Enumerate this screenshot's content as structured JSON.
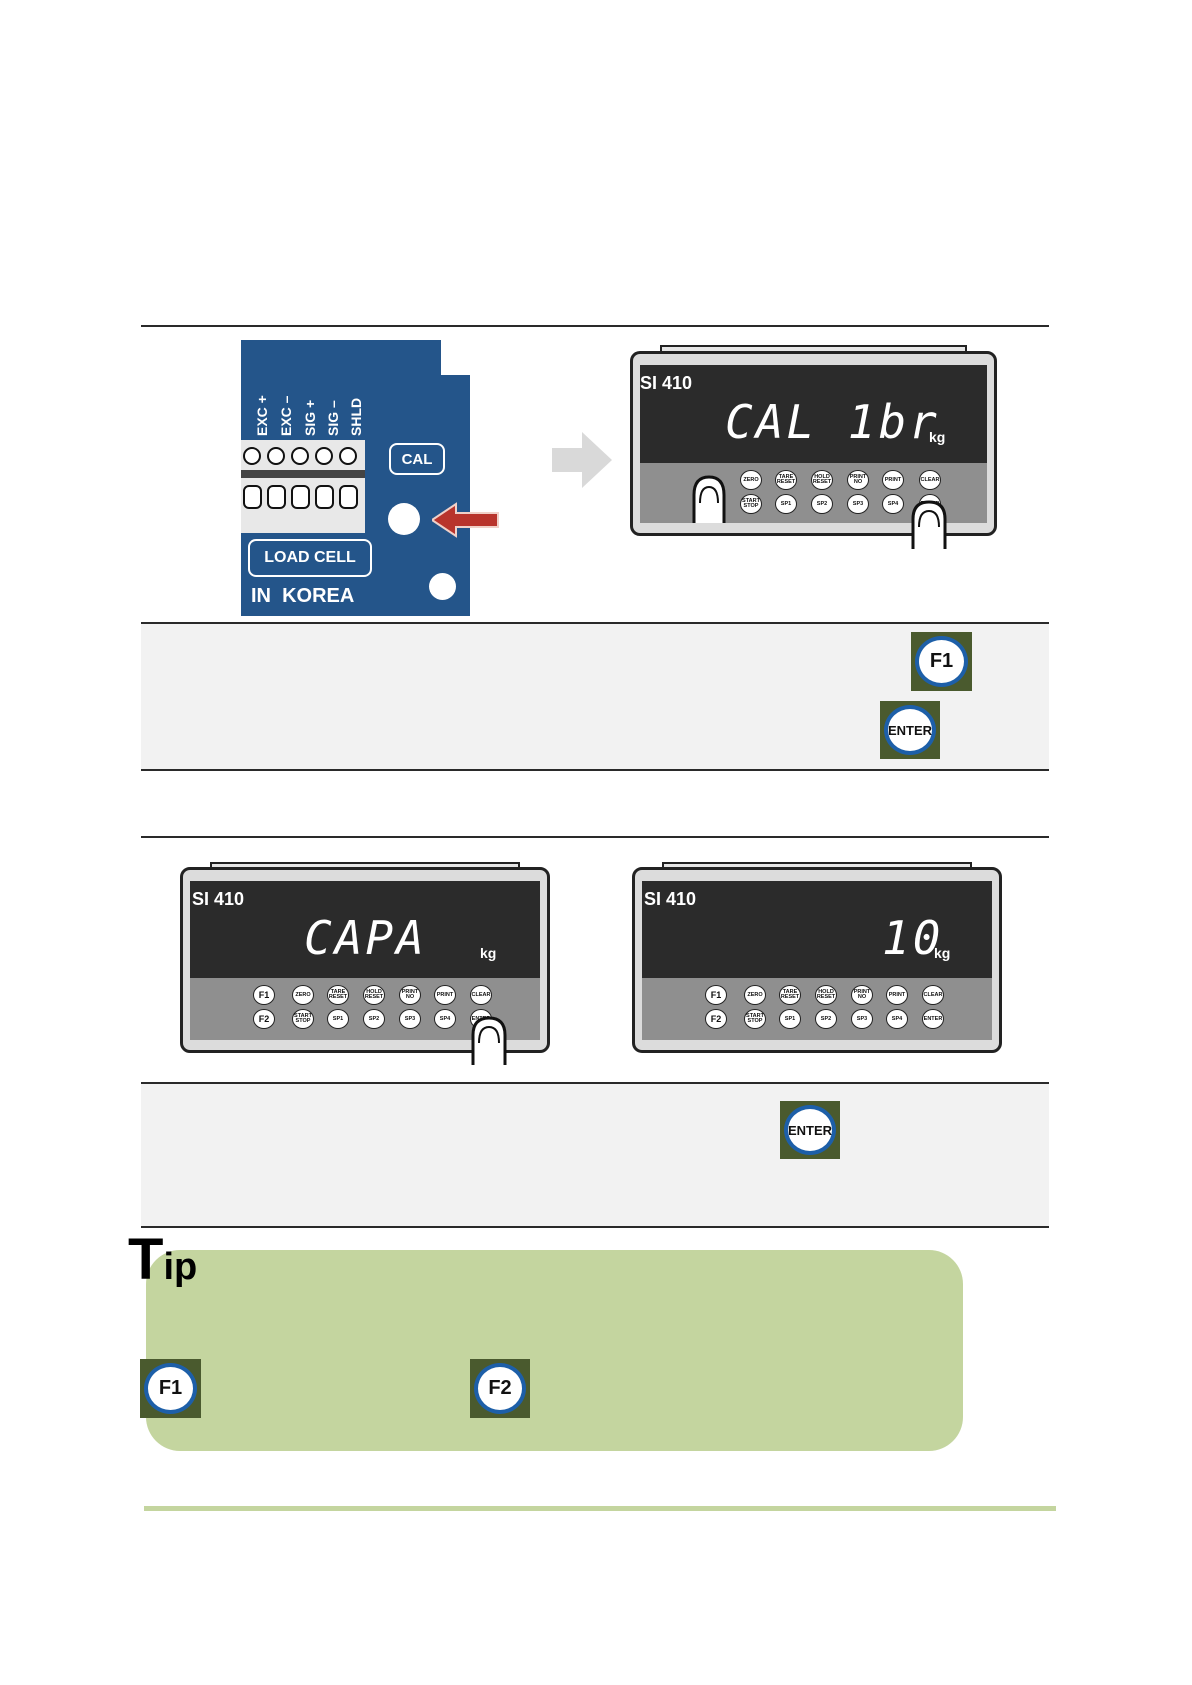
{
  "terminal": {
    "labels": [
      "EXC +",
      "EXC –",
      "SIG +",
      "SIG –",
      "SHLD"
    ],
    "cal_label": "CAL",
    "loadcell_label": "LOAD CELL",
    "korea_label": "IN  KOREA"
  },
  "indicators": [
    {
      "model": "SI 410",
      "display": "CAL 1br",
      "unit": "kg",
      "keys": {
        "row1": [
          "ZERO",
          "TARE RESET",
          "HOLD RESET",
          "PRINT NO",
          "PRINT",
          "CLEAR"
        ],
        "row2": [
          "START STOP",
          "SP1",
          "SP2",
          "SP3",
          "SP4",
          "ENTER"
        ]
      }
    },
    {
      "model": "SI 410",
      "display": "CAPA",
      "unit": "kg",
      "keys": {
        "fkeys": [
          "F1",
          "F2"
        ],
        "row1": [
          "ZERO",
          "TARE RESET",
          "HOLD RESET",
          "PRINT NO",
          "PRINT",
          "CLEAR"
        ],
        "row2": [
          "START STOP",
          "SP1",
          "SP2",
          "SP3",
          "SP4",
          "ENTER"
        ]
      }
    },
    {
      "model": "SI 410",
      "display": "10",
      "unit": "kg",
      "keys": {
        "fkeys": [
          "F1",
          "F2"
        ],
        "row1": [
          "ZERO",
          "TARE RESET",
          "HOLD RESET",
          "PRINT NO",
          "PRINT",
          "CLEAR"
        ],
        "row2": [
          "START STOP",
          "SP1",
          "SP2",
          "SP3",
          "SP4",
          "ENTER"
        ]
      }
    }
  ],
  "key_icons": {
    "f1": "F1",
    "f2": "F2",
    "enter": "ENTER"
  },
  "tip": {
    "heading_initial": "T",
    "heading_rest": "ip"
  },
  "colors": {
    "board_blue": "#24558a",
    "tip_green": "#c4d59f",
    "key_ring_blue": "#1d5fa8",
    "arrow_red": "#b8342c"
  }
}
